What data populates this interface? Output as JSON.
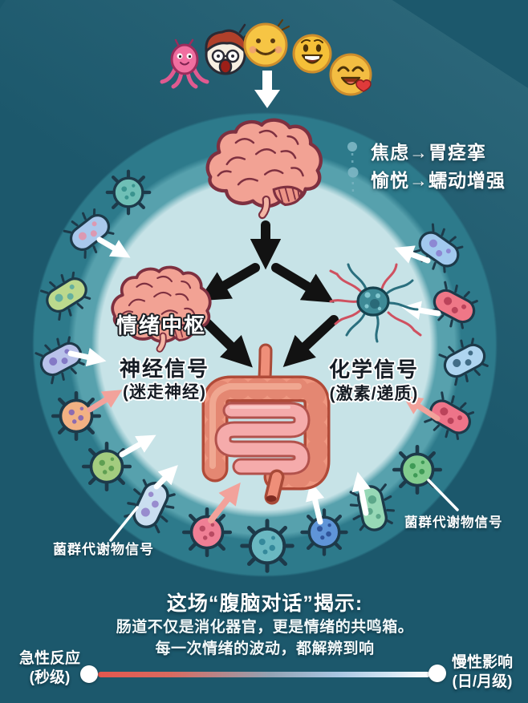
{
  "annotations": {
    "anxiety": "焦虑→胃痉挛",
    "pleasure": "愉悦→蠕动增强"
  },
  "emotion_center": {
    "label": "情绪中枢"
  },
  "neural": {
    "title": "神经信号",
    "sub": "(迷走神经)"
  },
  "chemical": {
    "title": "化学信号",
    "sub": "(激素/递质)"
  },
  "microbiota": {
    "left_label": "菌群代谢物信号",
    "right_label": "菌群代谢物信号"
  },
  "summary": {
    "title": "这场“腹脑对话”揭示:",
    "line1": "肠道不仅是消化器官，更是情绪的共鸣箱。",
    "line2": "每一次情绪的波动，都解辨到响"
  },
  "timeline": {
    "left_title": "急性反应",
    "left_sub": "(秒级)",
    "right_title": "慢性影响",
    "right_sub": "(日/月级)"
  },
  "icons": {
    "top_row": [
      "octopus-icon",
      "shocked-face-icon",
      "smile-face-icon",
      "laugh-face-icon",
      "heart-kiss-face-icon"
    ],
    "organs": [
      "brain-icon",
      "mini-brain-icon",
      "neuron-icon",
      "intestines-icon"
    ],
    "microbes": "bacteria-and-virus-icons"
  },
  "colors": {
    "background": "#1c586c",
    "ring_outer": "#2d7a8b",
    "ring_mid": "#57a1ad",
    "inner_circle": "#c7e3e7",
    "arrow_black": "#121212",
    "timeline_red": "#e4574e",
    "timeline_blue": "#a9c6e2",
    "brain_pink": "#f2a294",
    "intestine_salmon": "#ef9780"
  }
}
